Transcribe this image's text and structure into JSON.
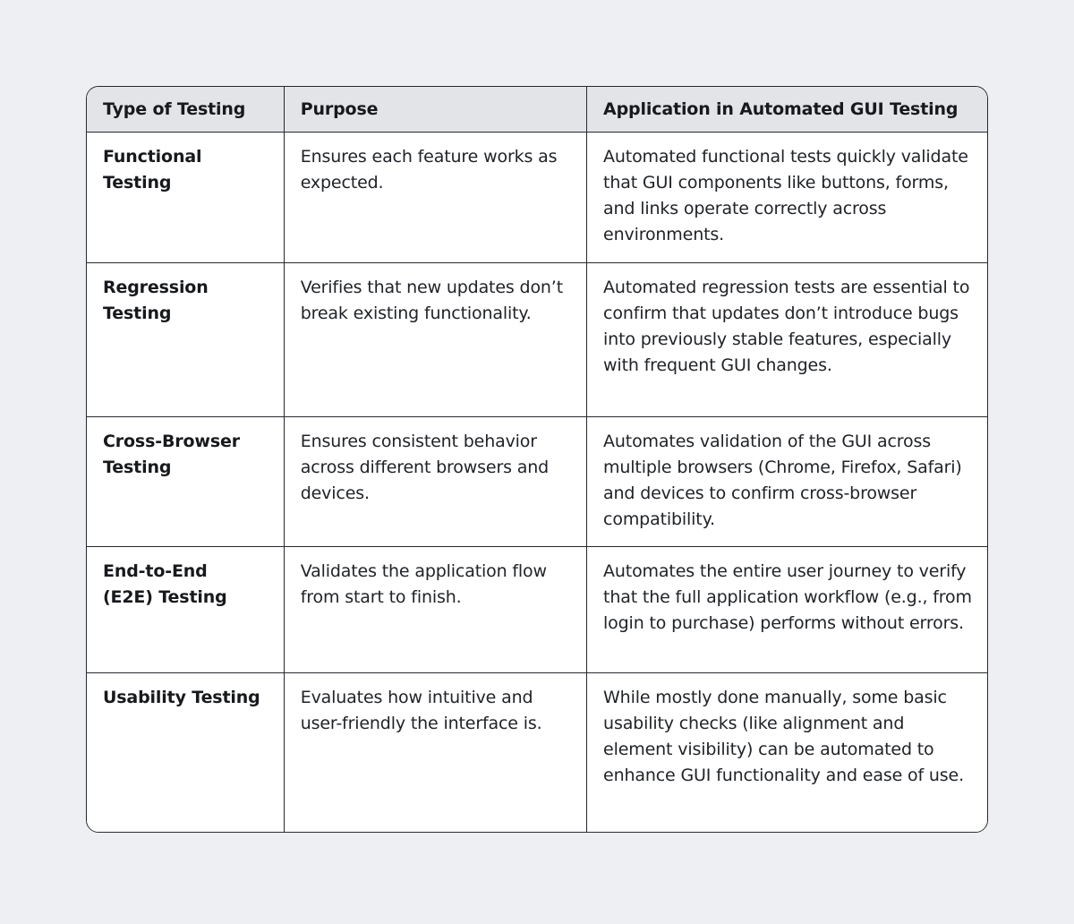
{
  "page": {
    "background_color": "#edeff2"
  },
  "table": {
    "colors": {
      "header_bg": "#e2e4e8",
      "body_bg": "#ffffff",
      "border": "#26292e",
      "text": "#202327"
    },
    "columns": [
      {
        "label": "Type of Testing"
      },
      {
        "label": "Purpose"
      },
      {
        "label": "Application in Automated GUI Testing"
      }
    ],
    "rows": [
      {
        "type": "Functional\nTesting",
        "purpose": "Ensures each feature works as expected.",
        "application": "Automated functional tests quickly validate that GUI components like buttons, forms, and links operate correctly across environments."
      },
      {
        "type": "Regression\nTesting",
        "purpose": "Verifies that new updates don’t break existing functionality.",
        "application": "Automated regression tests are essential to confirm that updates don’t introduce bugs into previously stable features, especially with frequent GUI changes."
      },
      {
        "type": "Cross-Browser\nTesting",
        "purpose": "Ensures consistent behavior across different browsers and devices.",
        "application": "Automates validation of the GUI across multiple browsers (Chrome, Firefox, Safari) and devices to confirm cross-browser compatibility."
      },
      {
        "type": "End-to-End\n(E2E) Testing",
        "purpose": "Validates the application flow from start to finish.",
        "application": "Automates the entire user journey to verify that the full application workflow (e.g., from login to purchase) performs without errors."
      },
      {
        "type": "Usability Testing",
        "purpose": "Evaluates how intuitive and user-friendly the interface is.",
        "application": "While mostly done manually, some basic usability checks (like alignment and element visibility) can be automated to enhance GUI functionality and ease of use."
      }
    ]
  }
}
